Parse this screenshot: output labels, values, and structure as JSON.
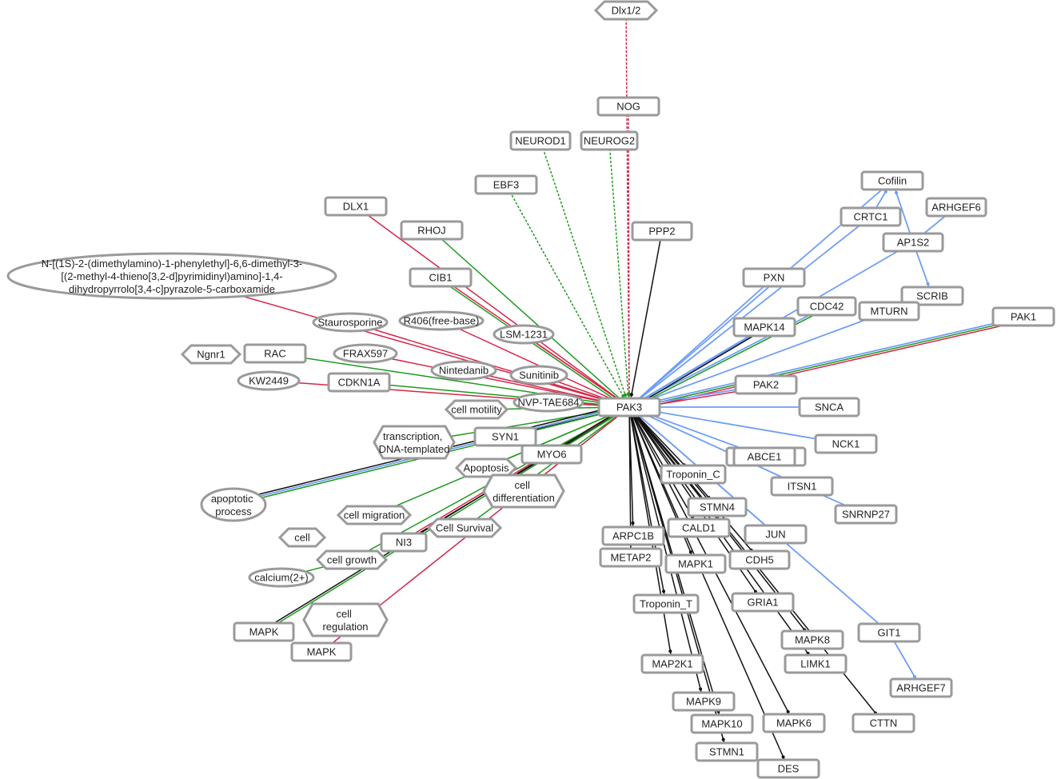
{
  "graph": {
    "title": "PAK3 interaction network",
    "edge_colors": {
      "inhibit": "#d6264a",
      "activate": "#1e9a1e",
      "binding": "#6f9ef5",
      "regulate": "#111111"
    },
    "node_border_color": "#9a9a9a",
    "nodes": [
      {
        "id": "Dlx1/2",
        "label": "Dlx1/2",
        "shape": "hexagon"
      },
      {
        "id": "NOG",
        "label": "NOG",
        "shape": "rect"
      },
      {
        "id": "NEUROG2",
        "label": "NEUROG2",
        "shape": "rect"
      },
      {
        "id": "NEUROD1",
        "label": "NEUROD1",
        "shape": "rect"
      },
      {
        "id": "EBF3",
        "label": "EBF3",
        "shape": "rect"
      },
      {
        "id": "DLX1",
        "label": "DLX1",
        "shape": "rect"
      },
      {
        "id": "RHOJ",
        "label": "RHOJ",
        "shape": "rect"
      },
      {
        "id": "PPP2",
        "label": "PPP2",
        "shape": "rect"
      },
      {
        "id": "CIB1",
        "label": "CIB1",
        "shape": "rect"
      },
      {
        "id": "Staurosporine",
        "label": "Staurosporine",
        "shape": "ellipse"
      },
      {
        "id": "R406",
        "label": "R406(free-base)",
        "shape": "ellipse"
      },
      {
        "id": "LSM-1231",
        "label": "LSM-1231",
        "shape": "ellipse"
      },
      {
        "id": "Ngnr1",
        "label": "Ngnr1",
        "shape": "hexagon"
      },
      {
        "id": "RAC",
        "label": "RAC",
        "shape": "rect"
      },
      {
        "id": "FRAX597",
        "label": "FRAX597",
        "shape": "ellipse"
      },
      {
        "id": "PF3758309",
        "label": "N-[(1S)-2-(dimethylamino)-1-phenylethyl]-6,6-dimethyl-3-[(2-methyl-4-thieno[3,2-d]pyrimidinyl)amino]-1,4-dihydropyrrolo[3,4-c]pyrazole-5-carboxamide",
        "shape": "ellipse"
      },
      {
        "id": "Nintedanib",
        "label": "Nintedanib",
        "shape": "ellipse"
      },
      {
        "id": "Sunitinib",
        "label": "Sunitinib",
        "shape": "ellipse"
      },
      {
        "id": "KW2449",
        "label": "KW2449",
        "shape": "ellipse"
      },
      {
        "id": "CDKN1A",
        "label": "CDKN1A",
        "shape": "rect"
      },
      {
        "id": "NVP-TAE684",
        "label": "NVP-TAE684",
        "shape": "ellipse"
      },
      {
        "id": "cell motility",
        "label": "cell motility",
        "shape": "hexagon"
      },
      {
        "id": "PAK3",
        "label": "PAK3",
        "shape": "rect"
      },
      {
        "id": "transcription",
        "label": "transcription, DNA-templated",
        "shape": "hexagon"
      },
      {
        "id": "SYN1",
        "label": "SYN1",
        "shape": "rect"
      },
      {
        "id": "Apoptosis",
        "label": "Apoptosis",
        "shape": "hexagon"
      },
      {
        "id": "MYO6",
        "label": "MYO6",
        "shape": "rect"
      },
      {
        "id": "cell differentiation",
        "label": "cell differentiation",
        "shape": "hexagon"
      },
      {
        "id": "apoptotic process",
        "label": "apoptotic process",
        "shape": "ellipse"
      },
      {
        "id": "cell migration",
        "label": "cell migration",
        "shape": "hexagon"
      },
      {
        "id": "Cell Survival",
        "label": "Cell Survival",
        "shape": "hexagon"
      },
      {
        "id": "cell",
        "label": "cell",
        "shape": "hexagon"
      },
      {
        "id": "NI3",
        "label": "NI3",
        "shape": "rect"
      },
      {
        "id": "cell growth",
        "label": "cell growth",
        "shape": "hexagon"
      },
      {
        "id": "calcium(2+)",
        "label": "calcium(2+)",
        "shape": "ellipse"
      },
      {
        "id": "MAPK_a",
        "label": "MAPK",
        "shape": "rect"
      },
      {
        "id": "regulation",
        "label": "cell regulation",
        "shape": "hexagon"
      },
      {
        "id": "MAPK",
        "label": "MAPK",
        "shape": "rect"
      },
      {
        "id": "Cofilin",
        "label": "Cofilin",
        "shape": "rect"
      },
      {
        "id": "ARHGEF6",
        "label": "ARHGEF6",
        "shape": "rect"
      },
      {
        "id": "CRTC1",
        "label": "CRTC1",
        "shape": "rect"
      },
      {
        "id": "AP1S2",
        "label": "AP1S2",
        "shape": "rect"
      },
      {
        "id": "PXN",
        "label": "PXN",
        "shape": "rect"
      },
      {
        "id": "SCRIB",
        "label": "SCRIB",
        "shape": "rect"
      },
      {
        "id": "CDC42",
        "label": "CDC42",
        "shape": "rect"
      },
      {
        "id": "MTURN",
        "label": "MTURN",
        "shape": "rect"
      },
      {
        "id": "PAK1",
        "label": "PAK1",
        "shape": "rect"
      },
      {
        "id": "MAPK14",
        "label": "MAPK14",
        "shape": "rect"
      },
      {
        "id": "PAK2",
        "label": "PAK2",
        "shape": "rect"
      },
      {
        "id": "SNCA",
        "label": "SNCA",
        "shape": "rect"
      },
      {
        "id": "NCK1",
        "label": "NCK1",
        "shape": "rect"
      },
      {
        "id": "ABCE1_b",
        "label": "",
        "shape": "rect"
      },
      {
        "id": "ABCE1",
        "label": "ABCE1",
        "shape": "rect"
      },
      {
        "id": "Troponin_C",
        "label": "Troponin_C",
        "shape": "rect"
      },
      {
        "id": "ITSN1",
        "label": "ITSN1",
        "shape": "rect"
      },
      {
        "id": "SNRNP27",
        "label": "SNRNP27",
        "shape": "rect"
      },
      {
        "id": "STMN4",
        "label": "STMN4",
        "shape": "rect"
      },
      {
        "id": "CALD1",
        "label": "CALD1",
        "shape": "rect"
      },
      {
        "id": "JUN",
        "label": "JUN",
        "shape": "rect"
      },
      {
        "id": "ARPC1B",
        "label": "ARPC1B",
        "shape": "rect"
      },
      {
        "id": "MAPK1",
        "label": "MAPK1",
        "shape": "rect"
      },
      {
        "id": "CDH5",
        "label": "CDH5",
        "shape": "rect"
      },
      {
        "id": "METAP2",
        "label": "METAP2",
        "shape": "rect"
      },
      {
        "id": "GRIA1",
        "label": "GRIA1",
        "shape": "rect"
      },
      {
        "id": "Troponin_T",
        "label": "Troponin_T",
        "shape": "rect"
      },
      {
        "id": "GIT1",
        "label": "GIT1",
        "shape": "rect"
      },
      {
        "id": "LIMK1",
        "label": "LIMK1",
        "shape": "rect"
      },
      {
        "id": "MAPK8",
        "label": "MAPK8",
        "shape": "rect"
      },
      {
        "id": "MAP2K1",
        "label": "MAP2K1",
        "shape": "rect"
      },
      {
        "id": "ARHGEF7",
        "label": "ARHGEF7",
        "shape": "rect"
      },
      {
        "id": "MAPK9",
        "label": "MAPK9",
        "shape": "rect"
      },
      {
        "id": "MAPK10",
        "label": "MAPK10",
        "shape": "rect"
      },
      {
        "id": "MAPK6",
        "label": "MAPK6",
        "shape": "rect"
      },
      {
        "id": "CTTN",
        "label": "CTTN",
        "shape": "rect"
      },
      {
        "id": "STMN1",
        "label": "STMN1",
        "shape": "rect"
      },
      {
        "id": "DES",
        "label": "DES",
        "shape": "rect"
      }
    ],
    "edges": [
      {
        "from": "Dlx1/2",
        "to": "PAK3",
        "type": "inhibit",
        "dashed": true
      },
      {
        "from": "NOG",
        "to": "PAK3",
        "type": "inhibit",
        "dashed": true
      },
      {
        "from": "NEUROD1",
        "to": "PAK3",
        "type": "activate",
        "dashed": true
      },
      {
        "from": "NEUROG2",
        "to": "PAK3",
        "type": "activate",
        "dashed": true
      },
      {
        "from": "EBF3",
        "to": "PAK3",
        "type": "activate",
        "dashed": true
      },
      {
        "from": "DLX1",
        "to": "PAK3",
        "type": "inhibit"
      },
      {
        "from": "RHOJ",
        "to": "PAK3",
        "type": "activate"
      },
      {
        "from": "PPP2",
        "to": "PAK3",
        "type": "regulate"
      },
      {
        "from": "CIB1",
        "to": "PAK3",
        "type": "inhibit"
      },
      {
        "from": "CIB1",
        "to": "PAK3",
        "type": "activate"
      },
      {
        "from": "Staurosporine",
        "to": "PAK3",
        "type": "inhibit"
      },
      {
        "from": "R406",
        "to": "PAK3",
        "type": "inhibit"
      },
      {
        "from": "LSM-1231",
        "to": "PAK3",
        "type": "inhibit"
      },
      {
        "from": "RAC",
        "to": "PAK3",
        "type": "activate"
      },
      {
        "from": "FRAX597",
        "to": "PAK3",
        "type": "inhibit"
      },
      {
        "from": "PF3758309",
        "to": "PAK3",
        "type": "inhibit"
      },
      {
        "from": "Nintedanib",
        "to": "PAK3",
        "type": "inhibit"
      },
      {
        "from": "Sunitinib",
        "to": "PAK3",
        "type": "inhibit"
      },
      {
        "from": "KW2449",
        "to": "PAK3",
        "type": "inhibit"
      },
      {
        "from": "CDKN1A",
        "to": "PAK3",
        "type": "activate"
      },
      {
        "from": "NVP-TAE684",
        "to": "PAK3",
        "type": "inhibit"
      },
      {
        "from": "PAK3",
        "to": "cell motility",
        "type": "activate"
      },
      {
        "from": "PAK3",
        "to": "SYN1",
        "type": "regulate"
      },
      {
        "from": "PAK3",
        "to": "Apoptosis",
        "type": "activate"
      },
      {
        "from": "PAK3",
        "to": "MYO6",
        "type": "regulate"
      },
      {
        "from": "PAK3",
        "to": "transcription",
        "type": "activate"
      },
      {
        "from": "PAK3",
        "to": "apoptotic process",
        "type": "activate"
      },
      {
        "from": "PAK3",
        "to": "apoptotic process",
        "type": "binding"
      },
      {
        "from": "PAK3",
        "to": "apoptotic process",
        "type": "regulate"
      },
      {
        "from": "PAK3",
        "to": "cell differentiation",
        "type": "activate"
      },
      {
        "from": "PAK3",
        "to": "cell migration",
        "type": "activate"
      },
      {
        "from": "PAK3",
        "to": "Cell Survival",
        "type": "activate"
      },
      {
        "from": "PAK3",
        "to": "NI3",
        "type": "regulate"
      },
      {
        "from": "PAK3",
        "to": "NI3",
        "type": "inhibit"
      },
      {
        "from": "PAK3",
        "to": "cell growth",
        "type": "activate"
      },
      {
        "from": "cell growth",
        "to": "calcium(2+)",
        "type": "activate"
      },
      {
        "from": "PAK3",
        "to": "MAPK_a",
        "type": "activate"
      },
      {
        "from": "PAK3",
        "to": "MAPK_a",
        "type": "regulate"
      },
      {
        "from": "PAK3",
        "to": "MAPK",
        "type": "inhibit"
      },
      {
        "from": "PAK3",
        "to": "Cofilin",
        "type": "binding"
      },
      {
        "from": "PAK3",
        "to": "CRTC1",
        "type": "binding"
      },
      {
        "from": "CRTC1",
        "to": "Cofilin",
        "type": "binding"
      },
      {
        "from": "AP1S2",
        "to": "Cofilin",
        "type": "binding"
      },
      {
        "from": "ARHGEF6",
        "to": "AP1S2",
        "type": "binding"
      },
      {
        "from": "AP1S2",
        "to": "SCRIB",
        "type": "binding"
      },
      {
        "from": "PAK3",
        "to": "AP1S2",
        "type": "binding"
      },
      {
        "from": "PAK3",
        "to": "PXN",
        "type": "binding"
      },
      {
        "from": "PAK3",
        "to": "CDC42",
        "type": "binding"
      },
      {
        "from": "PAK3",
        "to": "CDC42",
        "type": "activate"
      },
      {
        "from": "PAK3",
        "to": "MTURN",
        "type": "binding"
      },
      {
        "from": "PAK3",
        "to": "PAK1",
        "type": "binding"
      },
      {
        "from": "PAK3",
        "to": "PAK1",
        "type": "activate"
      },
      {
        "from": "PAK3",
        "to": "PAK1",
        "type": "inhibit"
      },
      {
        "from": "PAK3",
        "to": "MAPK14",
        "type": "binding"
      },
      {
        "from": "PAK3",
        "to": "MAPK14",
        "type": "regulate"
      },
      {
        "from": "PAK3",
        "to": "PAK2",
        "type": "binding"
      },
      {
        "from": "PAK3",
        "to": "PAK2",
        "type": "inhibit"
      },
      {
        "from": "PAK3",
        "to": "SNCA",
        "type": "binding"
      },
      {
        "from": "PAK3",
        "to": "NCK1",
        "type": "binding"
      },
      {
        "from": "PAK3",
        "to": "ABCE1",
        "type": "binding"
      },
      {
        "from": "PAK3",
        "to": "ITSN1",
        "type": "binding"
      },
      {
        "from": "ITSN1",
        "to": "SNRNP27",
        "type": "binding"
      },
      {
        "from": "PAK3",
        "to": "JUN",
        "type": "binding"
      },
      {
        "from": "PAK3",
        "to": "GIT1",
        "type": "binding"
      },
      {
        "from": "GIT1",
        "to": "ARHGEF7",
        "type": "binding"
      },
      {
        "from": "PAK3",
        "to": "Troponin_C",
        "type": "regulate"
      },
      {
        "from": "PAK3",
        "to": "STMN4",
        "type": "regulate"
      },
      {
        "from": "PAK3",
        "to": "CALD1",
        "type": "regulate"
      },
      {
        "from": "PAK3",
        "to": "ARPC1B",
        "type": "regulate"
      },
      {
        "from": "PAK3",
        "to": "METAP2",
        "type": "regulate"
      },
      {
        "from": "PAK3",
        "to": "MAPK1",
        "type": "regulate"
      },
      {
        "from": "PAK3",
        "to": "CDH5",
        "type": "regulate"
      },
      {
        "from": "PAK3",
        "to": "GRIA1",
        "type": "regulate"
      },
      {
        "from": "PAK3",
        "to": "Troponin_T",
        "type": "regulate"
      },
      {
        "from": "PAK3",
        "to": "MAPK8",
        "type": "regulate"
      },
      {
        "from": "PAK3",
        "to": "LIMK1",
        "type": "regulate"
      },
      {
        "from": "PAK3",
        "to": "MAP2K1",
        "type": "regulate"
      },
      {
        "from": "PAK3",
        "to": "MAPK9",
        "type": "regulate"
      },
      {
        "from": "PAK3",
        "to": "MAPK10",
        "type": "regulate"
      },
      {
        "from": "PAK3",
        "to": "MAPK6",
        "type": "regulate"
      },
      {
        "from": "PAK3",
        "to": "CTTN",
        "type": "regulate"
      },
      {
        "from": "PAK3",
        "to": "STMN1",
        "type": "regulate"
      },
      {
        "from": "PAK3",
        "to": "DES",
        "type": "regulate"
      }
    ]
  }
}
